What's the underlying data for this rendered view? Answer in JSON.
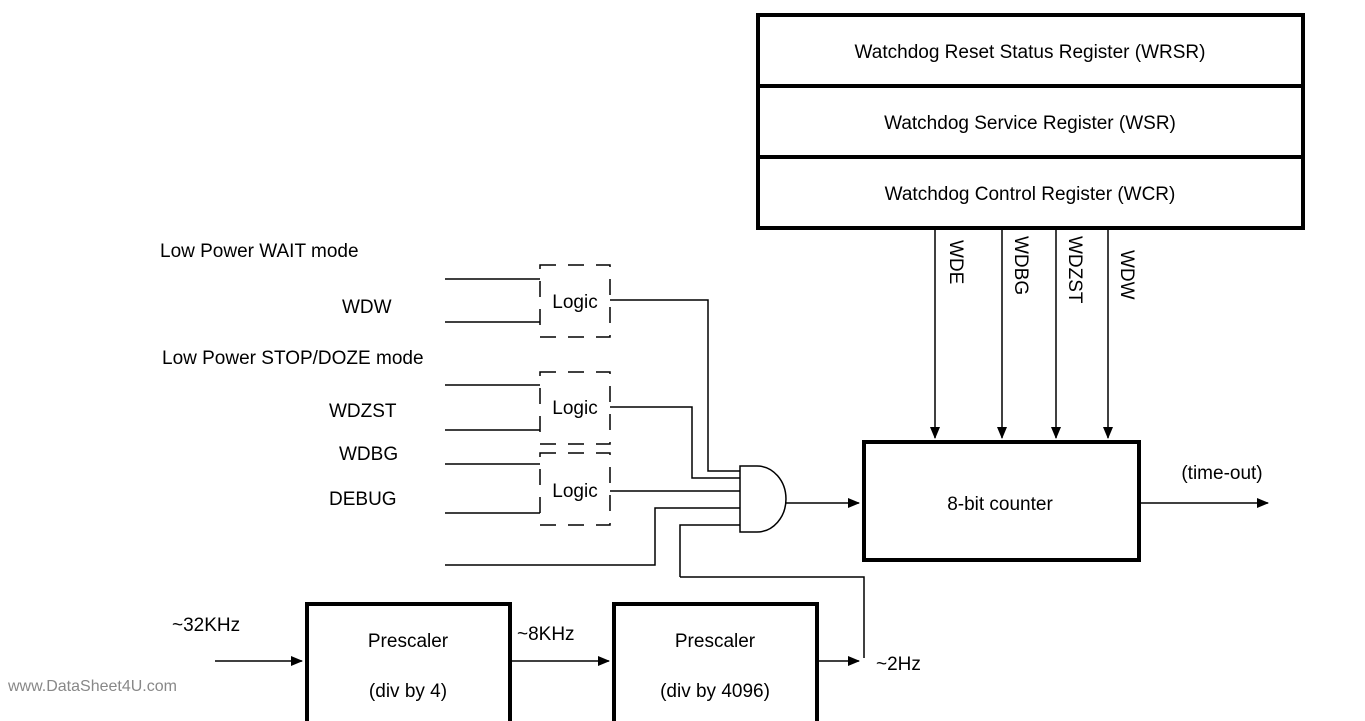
{
  "registers": {
    "wrsr": "Watchdog Reset Status Register (WRSR)",
    "wsr": "Watchdog Service Register (WSR)",
    "wcr": "Watchdog Control Register (WCR)"
  },
  "control_bits": {
    "wde": "WDE",
    "wdbg": "WDBG",
    "wdzst": "WDZST",
    "wdw": "WDW"
  },
  "inputs": {
    "wait_mode": "Low Power WAIT mode",
    "wdw": "WDW",
    "stop_doze_mode": "Low Power STOP/DOZE mode",
    "wdzst": "WDZST",
    "wdbg": "WDBG",
    "debug": "DEBUG"
  },
  "logic_blocks": {
    "logic1": "Logic",
    "logic2": "Logic",
    "logic3": "Logic"
  },
  "counter": {
    "label": "8-bit counter",
    "output": "(time-out)"
  },
  "prescaler1": {
    "name": "Prescaler",
    "divider": "(div by 4)"
  },
  "prescaler2": {
    "name": "Prescaler",
    "divider": "(div by 4096)"
  },
  "clocks": {
    "input": "~32KHz",
    "mid": "~8KHz",
    "output": "~2Hz"
  },
  "watermark": "www.DataSheet4U.com"
}
